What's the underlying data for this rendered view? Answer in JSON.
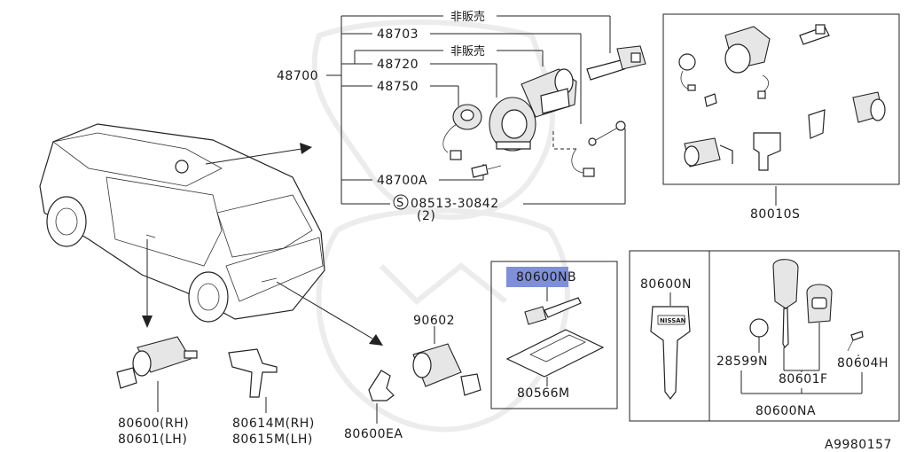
{
  "diagram_id": "A9980157",
  "not_for_sale_note": "非販売",
  "callouts": {
    "p48700": "48700",
    "p48703": "48703",
    "p48720": "48720",
    "p48750": "48750",
    "p48700A": "48700A",
    "screw_symbol": "S",
    "screw_part": "08513-30842",
    "screw_qty": "(2)",
    "p80010S": "80010S",
    "p80600NB": "80600NB",
    "p80566M": "80566M",
    "p80600N": "80600N",
    "key_brand": "NISSAN",
    "p28599N": "28599N",
    "p80601F": "80601F",
    "p80604H": "80604H",
    "p80600NA": "80600NA",
    "p90602": "90602",
    "p80600_rh": "80600(RH)",
    "p80601_lh": "80601(LH)",
    "p80614M_rh": "80614M(RH)",
    "p80615M_lh": "80615M(LH)",
    "p80600EA": "80600EA"
  }
}
